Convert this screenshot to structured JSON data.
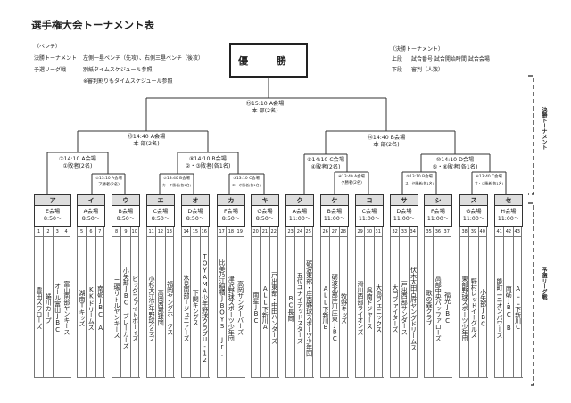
{
  "title": "選手権大会トーナメント表",
  "bench_legend": {
    "heading": "（ベンチ）",
    "final_label": "決勝トーナメント",
    "final_text": "左側一塁ベンチ（先攻）、右側三塁ベンチ（後攻）",
    "league_label": "予選リーグ戦",
    "league_text": "別紙タイムスケジュール参照",
    "note": "※審判割りもタイムスケジュール参照"
  },
  "format_legend": {
    "heading": "（決勝トーナメント）",
    "upper_label": "上段",
    "upper_text": "試合番号 試合開始時間 試合会場",
    "lower_label": "下段",
    "lower_text": "審判（人数）"
  },
  "champion": "優 勝",
  "matches": {
    "m15": {
      "line1": "⑮15:10 A会場",
      "line2": "本 部(2名)"
    },
    "m13": {
      "line1": "⑬14:40 A会場",
      "line2": "本 部(2名)"
    },
    "m14": {
      "line1": "⑭14:40 B会場",
      "line2": "本 部(2名)"
    },
    "m7": {
      "line1": "⑦14:10 A会場",
      "line2": "①敗者(2名)"
    },
    "m8": {
      "line1": "⑧14:10 B会場",
      "line2": "②・③敗者(各1名)"
    },
    "m9": {
      "line1": "⑨14:10 C会場",
      "line2": "④敗者(2名)"
    },
    "m10": {
      "line1": "⑩14:10 D会場",
      "line2": "⑤・⑥敗者(各1名)"
    },
    "m1": {
      "line1": "①13:10 A会場",
      "line2": "ア勝者(2名)"
    },
    "m2": {
      "line1": "②13:40 B会場",
      "line2": "カ・キ勝者(各1名)"
    },
    "m3": {
      "line1": "③13:10 C会場",
      "line2": "エ・オ勝者(各1名)"
    },
    "m4": {
      "line1": "④13:40 A会場",
      "line2": "ク勝者(2名)"
    },
    "m5": {
      "line1": "⑤13:10 B会場",
      "line2": "ス・セ勝者(各1名)"
    },
    "m6": {
      "line1": "⑥13:40 C会場",
      "line2": "サ・シ勝者(各1名)"
    }
  },
  "side_labels": {
    "final": "決勝トーナメント",
    "league": "予選リーグ戦"
  },
  "blocks": [
    {
      "letter": "ア",
      "venue": "E会場",
      "time": "8:50～",
      "teams": [
        {
          "no": "1",
          "name": "豊田スワローズ"
        },
        {
          "no": "2",
          "name": "蜷川カープ"
        },
        {
          "no": "3",
          "name": "オール富山JBC"
        },
        {
          "no": "4",
          "name": "富山南部ヤンキース"
        }
      ]
    },
    {
      "letter": "イ",
      "venue": "A会場",
      "time": "8:50～",
      "teams": [
        {
          "no": "5",
          "name": "湖南Tキッズ"
        },
        {
          "no": "6",
          "name": "KKドリームズ"
        },
        {
          "no": "7",
          "name": "南砺JBC A"
        }
      ]
    },
    {
      "letter": "ウ",
      "venue": "B会場",
      "time": "8:50～",
      "teams": [
        {
          "no": "8",
          "name": "二塚リトルヤンキース"
        },
        {
          "no": "9",
          "name": "小矢部JBC ブレーカーズ"
        },
        {
          "no": "10",
          "name": "ビッグファイトボーイズ"
        }
      ]
    },
    {
      "letter": "エ",
      "venue": "C会場",
      "time": "8:50～",
      "teams": [
        {
          "no": "11",
          "name": "小杉大江少年野球クラブ"
        },
        {
          "no": "12",
          "name": "高岡西部球団"
        },
        {
          "no": "13",
          "name": "福岡ヤングホークス"
        }
      ]
    },
    {
      "letter": "オ",
      "venue": "D会場",
      "time": "8:50～",
      "teams": [
        {
          "no": "14",
          "name": "氷見南部Tジュニアーズ"
        },
        {
          "no": "15",
          "name": "下関キングス"
        },
        {
          "no": "16",
          "name": "TOYAMA少年野球クラブU-12"
        }
      ]
    },
    {
      "letter": "カ",
      "venue": "F会場",
      "time": "8:50～",
      "teams": [
        {
          "no": "17",
          "name": "比美乃江稲積JBOYS Jr."
        },
        {
          "no": "18",
          "name": "津沢野球スポーツ少年団"
        },
        {
          "no": "19",
          "name": "高岡サンダーバーズ"
        }
      ]
    },
    {
      "letter": "キ",
      "venue": "G会場",
      "time": "8:50～",
      "teams": [
        {
          "no": "20",
          "name": "南星JBC"
        },
        {
          "no": "21",
          "name": "ALL下新川A"
        },
        {
          "no": "22",
          "name": "戸出東部・中田ハンターズ"
        }
      ]
    },
    {
      "letter": "ク",
      "venue": "A会場",
      "time": "11:00～",
      "teams": [
        {
          "no": "23",
          "name": "BC長岡"
        },
        {
          "no": "24",
          "name": "五位ユナイテッドスターズ"
        },
        {
          "no": "25",
          "name": "砺波東部・庄南野球スポーツ少年団"
        }
      ]
    },
    {
      "letter": "ケ",
      "venue": "B会場",
      "time": "11:00～",
      "teams": [
        {
          "no": "26",
          "name": "ALL下新川B"
        },
        {
          "no": "27",
          "name": "砺波北部庄川庄東JBC"
        },
        {
          "no": "28",
          "name": "牧野キッズ"
        }
      ]
    },
    {
      "letter": "コ",
      "venue": "C会場",
      "time": "11:00～",
      "teams": [
        {
          "no": "29",
          "name": "滑川西部ライオンズ"
        },
        {
          "no": "30",
          "name": "呉南ドジャース"
        },
        {
          "no": "31",
          "name": "大島フェニックス"
        }
      ]
    },
    {
      "letter": "サ",
      "venue": "D会場",
      "time": "11:00～",
      "teams": [
        {
          "no": "32",
          "name": "大門ファイターズ"
        },
        {
          "no": "33",
          "name": "戸出西部サンダース"
        },
        {
          "no": "34",
          "name": "伏木太田古府ヤングドリームス"
        }
      ]
    },
    {
      "letter": "シ",
      "venue": "F会場",
      "time": "11:00～",
      "teams": [
        {
          "no": "35",
          "name": "歌の森クラブ"
        },
        {
          "no": "36",
          "name": "高部中央バッファローズ"
        },
        {
          "no": "37",
          "name": "福光JBC"
        }
      ]
    },
    {
      "letter": "ス",
      "venue": "G会場",
      "time": "11:00～",
      "teams": [
        {
          "no": "38",
          "name": "東部野球スポーツ少年団"
        },
        {
          "no": "39",
          "name": "野村レッドイーグルス"
        },
        {
          "no": "40",
          "name": "小矢部JBC"
        }
      ]
    },
    {
      "letter": "セ",
      "venue": "H会場",
      "time": "11:00～",
      "teams": [
        {
          "no": "41",
          "name": "能町ユニオンパワーズ"
        },
        {
          "no": "42",
          "name": "南砺JBC B"
        },
        {
          "no": "43",
          "name": "ALL下新川C"
        }
      ]
    }
  ]
}
